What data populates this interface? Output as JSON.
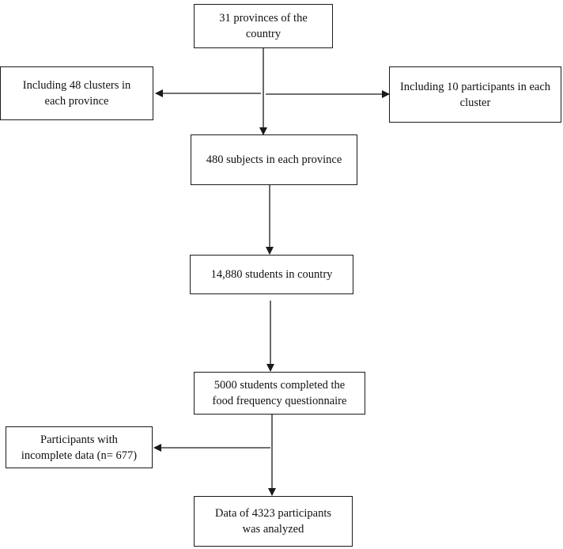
{
  "flowchart": {
    "nodes": {
      "provinces": "31 provinces of the\ncountry",
      "clusters": "Including 48 clusters in\neach province",
      "participants_per_cluster": "Including 10 participants in each\ncluster",
      "subjects_per_province": "480 subjects in each province",
      "students_in_country": "14,880 students in country",
      "completed_ffq": "5000 students completed the\nfood frequency questionnaire",
      "incomplete_data": "Participants with\nincomplete data (n= 677)",
      "analyzed": "Data of 4323 participants\nwas analyzed"
    },
    "colors": {
      "line": "#1a1a1a",
      "background": "#ffffff"
    }
  }
}
